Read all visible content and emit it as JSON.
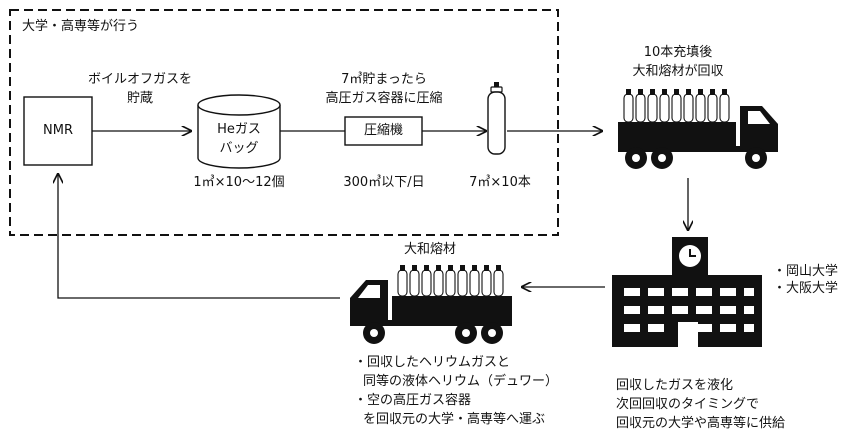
{
  "diagram": {
    "region_label": "大学・高専等が行う",
    "nodes": {
      "nmr": "NMR",
      "bag_line1": "Heガス",
      "bag_line2": "バッグ",
      "compressor": "圧縮機"
    },
    "annotations": {
      "boiloff_line1": "ボイルオフガスを",
      "boiloff_line2": "貯蔵",
      "compress_line1": "7㎥貯まったら",
      "compress_line2": "高圧ガス容器に圧縮",
      "bag_count": "1㎥×10～12個",
      "daily_limit": "300㎥以下/日",
      "cylinders": "7㎥×10本",
      "collect_line1": "10本充填後",
      "collect_line2": "大和熔材が回収",
      "return_truck": "大和熔材",
      "universities_1": "・岡山大学",
      "universities_2": "・大阪大学",
      "univ_desc_1": "回収したガスを液化",
      "univ_desc_2": "次回回収のタイミングで",
      "univ_desc_3": "回収元の大学や高専等に供給",
      "return_desc_1": "・回収したヘリウムガスと",
      "return_desc_2": "同等の液体ヘリウム（デュワー）",
      "return_desc_3": "・空の高圧ガス容器",
      "return_desc_4": "を回収元の大学・高専等へ運ぶ"
    },
    "colors": {
      "ink": "#111111",
      "fill": "#ffffff"
    }
  }
}
